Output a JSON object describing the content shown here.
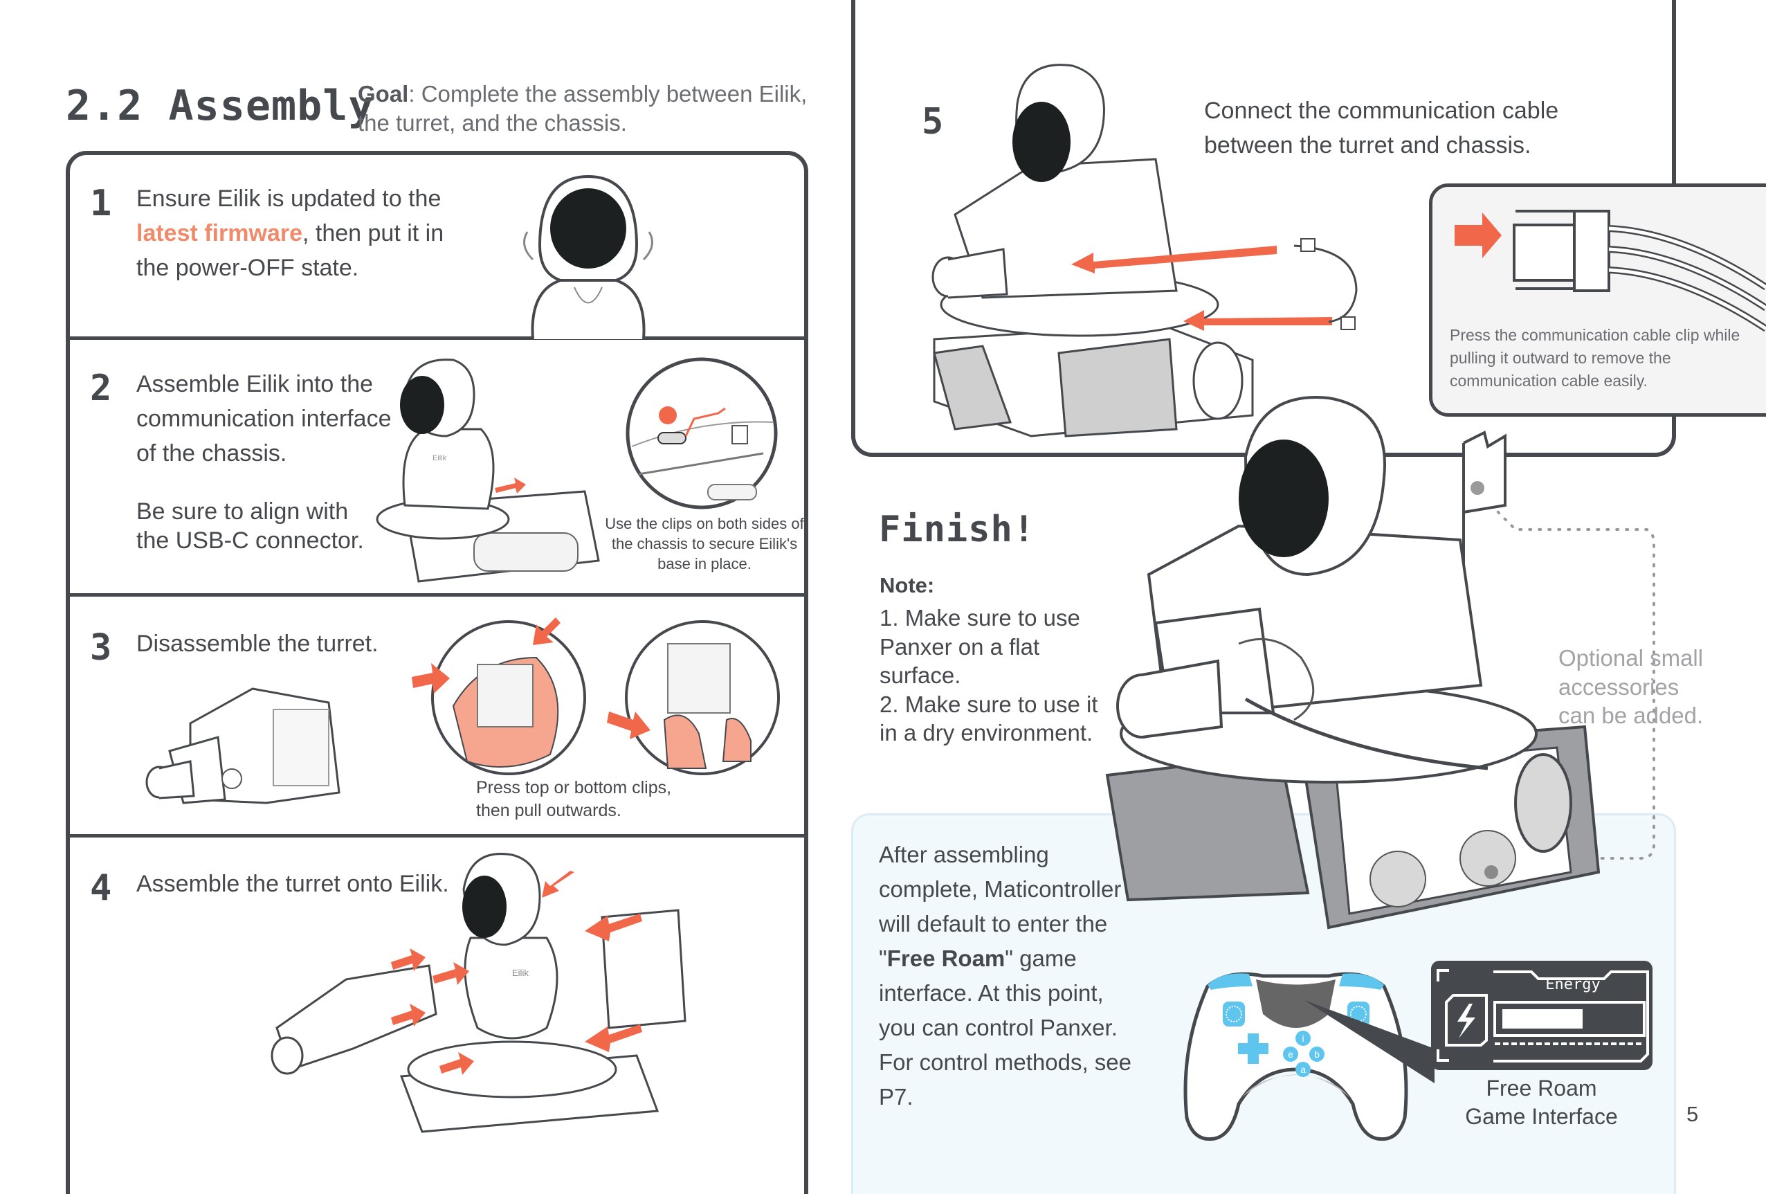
{
  "header": {
    "section_title": "2.2 Assembly",
    "goal_label": "Goal",
    "goal_text": ": Complete the assembly between Eilik, the turret, and the chassis."
  },
  "steps": [
    {
      "number": "1",
      "text_before": "Ensure Eilik is updated to the ",
      "text_highlight": "latest firmware",
      "text_after": ", then put it in the power-OFF state."
    },
    {
      "number": "2",
      "text": "Assemble Eilik into the communication interface of the chassis.",
      "note": "Be sure to align with the USB-C connector.",
      "robot_label": "Eilik",
      "caption": "Use the clips on both sides of the chassis to secure Eilik's base in place."
    },
    {
      "number": "3",
      "text": "Disassemble the turret.",
      "caption": "Press top or bottom clips, then pull outwards."
    },
    {
      "number": "4",
      "text": "Assemble the turret onto Eilik.",
      "robot_label": "Eilik"
    },
    {
      "number": "5",
      "text": "Connect the communication cable between the turret and chassis.",
      "inset_caption": "Press the communication cable clip while pulling it outward to remove the communication cable easily."
    }
  ],
  "finish": {
    "title": "Finish!",
    "note_label": "Note:",
    "notes": [
      "1. Make sure to use Panxer on a flat surface.",
      "2. Make sure to use it in a dry environment."
    ],
    "accessory_callout": "Optional small accessories can be added."
  },
  "info_box": {
    "text_before": "After assembling complete, Maticontroller will default to enter the \"",
    "text_bold": "Free Roam",
    "text_after": "\" game interface. At this point, you can control Panxer. For control methods, see P7."
  },
  "game_interface": {
    "screen_label": "Energy",
    "energy_level": 0.6,
    "caption_line1": "Free Roam",
    "caption_line2": "Game Interface",
    "controller_buttons": [
      "i",
      "e",
      "b",
      "a"
    ]
  },
  "page_number": "5",
  "colors": {
    "accent_orange": "#f0674a",
    "highlight_orange": "#f08a6a",
    "dark_gray": "#45484c",
    "controller_blue": "#5ec6ee",
    "info_bg": "#f2f9fd"
  }
}
